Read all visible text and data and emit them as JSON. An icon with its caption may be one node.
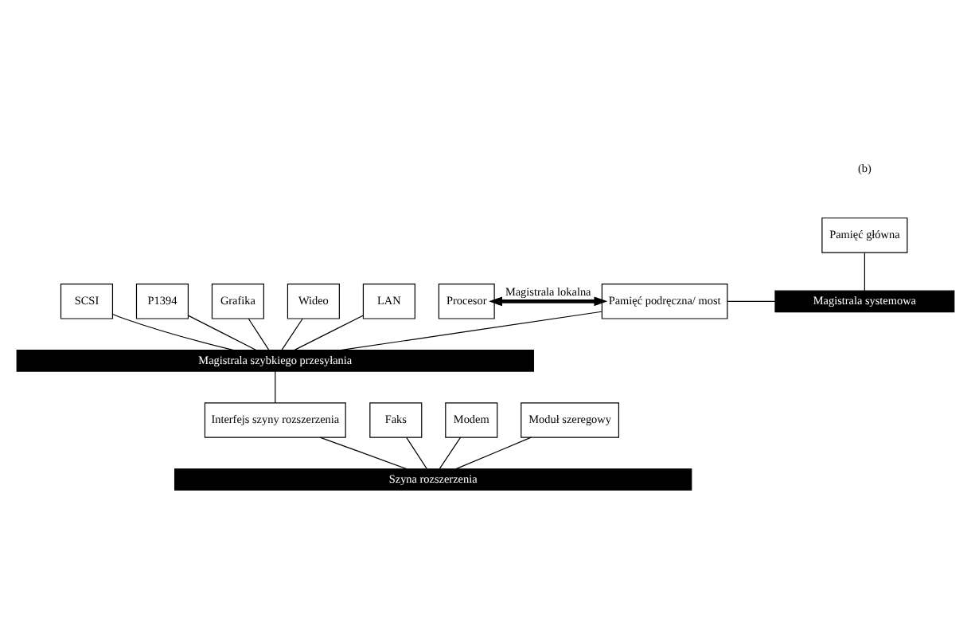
{
  "diagram": {
    "nodes": [
      {
        "text": [
          "Procesor"
        ]
      },
      {
        "text": [
          "Pamięć podręczna/ most"
        ]
      },
      {
        "text": [
          "Pamięć główna"
        ]
      },
      {
        "text": [
          "Magistrala systemowa"
        ]
      },
      {
        "text": [
          "SCSI"
        ]
      },
      {
        "text": [
          "P1394"
        ]
      },
      {
        "text": [
          "Grafika"
        ]
      },
      {
        "text": [
          "Wideo"
        ]
      },
      {
        "text": [
          "LAN"
        ]
      },
      {
        "text": [
          "Magistrala szybkiego przesyłania"
        ]
      },
      {
        "text": [
          "Faks"
        ]
      },
      {
        "text": [
          "Interfejs szyny rozszerzenia"
        ]
      },
      {
        "text": [
          "Modem"
        ]
      },
      {
        "text": [
          "Moduł szeregowy"
        ]
      },
      {
        "text": [
          "Szyna rozszerzenia"
        ]
      }
    ],
    "edges": [
      {
        "from": 0,
        "to": 1,
        "arrow": "both",
        "label": "Magistrala lokalna",
        "style": "thick"
      },
      {
        "from": 1,
        "to": 3,
        "arrow": "none"
      },
      {
        "from": 2,
        "to": 3,
        "arrow": "none"
      },
      {
        "from": 1,
        "to": 9,
        "arrow": "none"
      },
      {
        "from": 4,
        "to": 9,
        "arrow": "none"
      },
      {
        "from": 5,
        "to": 9,
        "arrow": "none"
      },
      {
        "from": 6,
        "to": 9,
        "arrow": "none"
      },
      {
        "from": 7,
        "to": 9,
        "arrow": "none"
      },
      {
        "from": 8,
        "to": 9,
        "arrow": "none"
      },
      {
        "from": 9,
        "to": 11,
        "arrow": "none"
      },
      {
        "from": 10,
        "to": 14,
        "arrow": "none"
      },
      {
        "from": 11,
        "to": 14,
        "arrow": "none"
      },
      {
        "from": 12,
        "to": 14,
        "arrow": "none"
      },
      {
        "from": 13,
        "to": 14,
        "arrow": "none"
      }
    ],
    "labels": [
      "(b)"
    ]
  }
}
